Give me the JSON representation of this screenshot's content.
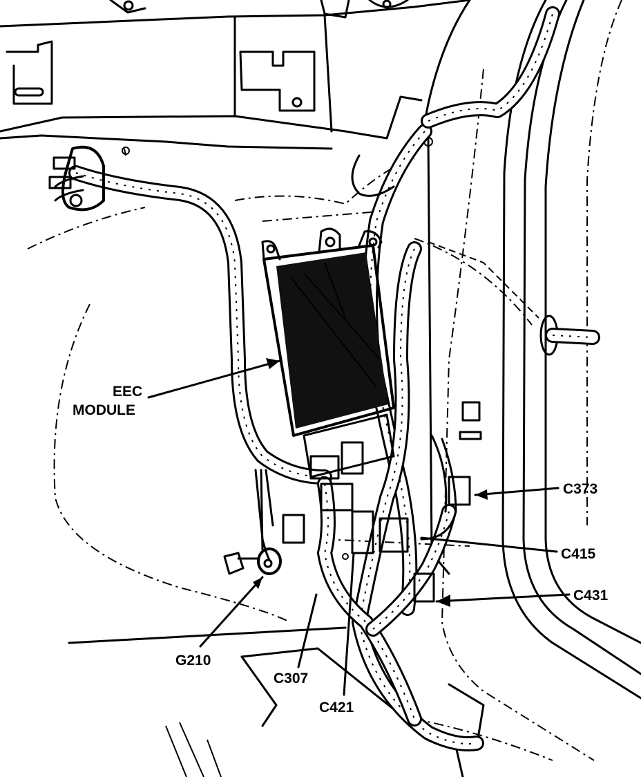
{
  "labels": {
    "eec_line1": "EEC",
    "eec_line2": "MODULE",
    "c373": "C373",
    "c415": "C415",
    "c431": "C431",
    "g210": "G210",
    "c307": "C307",
    "c421": "C421"
  }
}
